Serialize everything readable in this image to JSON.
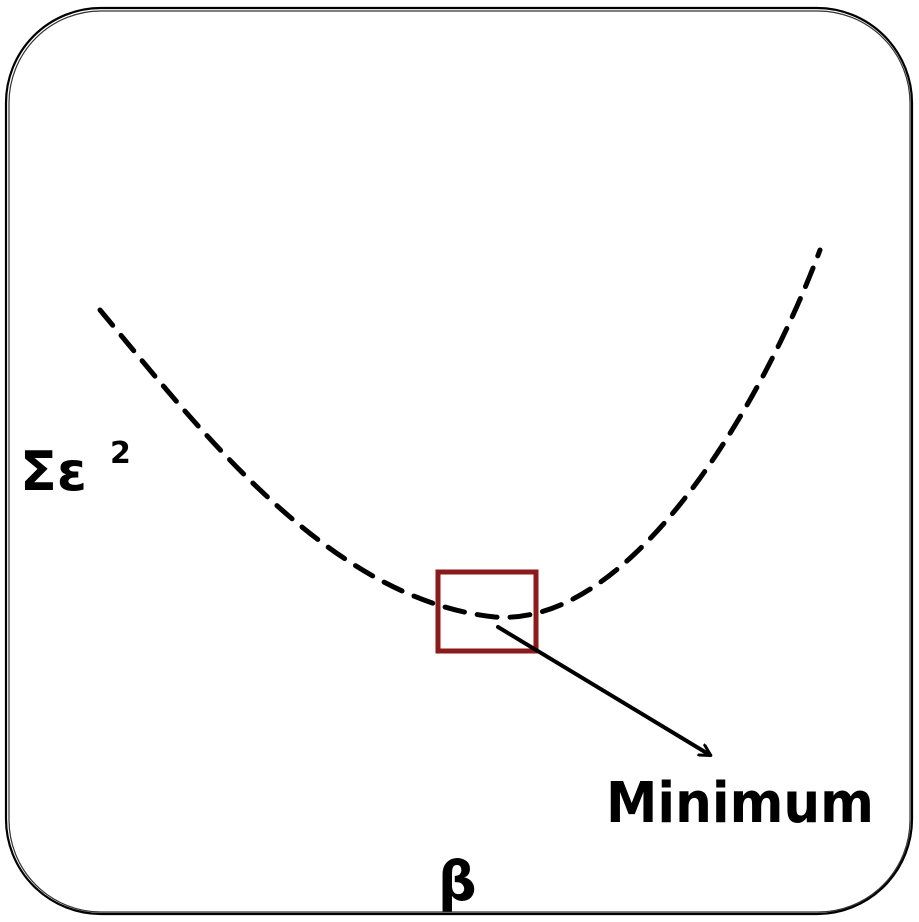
{
  "labels": {
    "y_axis": "Σε",
    "y_axis_sup": "2",
    "x_axis": "β",
    "annotation": "Minimum"
  },
  "colors": {
    "frame": "#000000",
    "curve": "#000000",
    "highlight_box": "#8b1a1a",
    "arrow": "#000000",
    "text": "#000000"
  }
}
